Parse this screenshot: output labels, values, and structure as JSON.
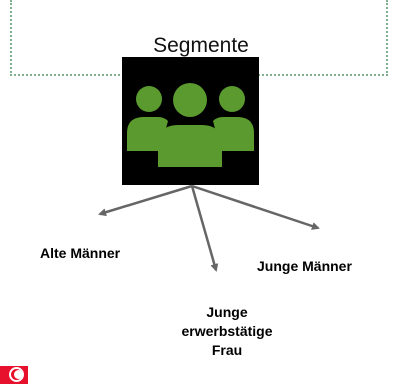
{
  "diagram": {
    "title": "Segmente",
    "icon": "group-of-people-icon",
    "colors": {
      "icon_fill": "#5a9a2f",
      "icon_bg": "#000000",
      "arrow": "#666666",
      "border": "#7fb08f"
    },
    "segments": [
      {
        "label": "Alte Männer"
      },
      {
        "label": "Junge Männer"
      },
      {
        "label_lines": [
          "Junge",
          "erwerbstätige",
          "Frau"
        ]
      }
    ],
    "flag_icon": "tunisia-flag-icon"
  }
}
